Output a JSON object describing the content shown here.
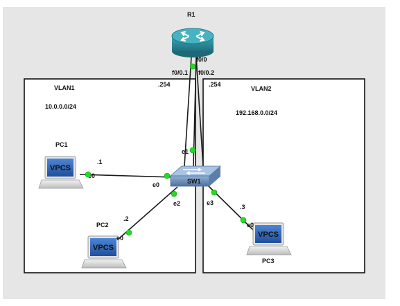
{
  "router": {
    "name": "R1",
    "port": "f0/0"
  },
  "subinterfaces": {
    "left": "f0/0.1",
    "right": "f0/0.2"
  },
  "switch": {
    "name": "SW1",
    "ports": {
      "trunk": "e1",
      "pc1": "e0",
      "pc2": "e2",
      "pc3": "e3"
    }
  },
  "vlans": [
    {
      "name": "VLAN1",
      "subnet": "10.0.0.0/24",
      "gateway": ".254"
    },
    {
      "name": "VLAN2",
      "subnet": "192.168.0.0/24",
      "gateway": ".254"
    }
  ],
  "hosts": [
    {
      "name": "PC1",
      "iface": "e0",
      "addr": ".1",
      "screen": "VPCS"
    },
    {
      "name": "PC2",
      "iface": "e0",
      "addr": ".2",
      "screen": "VPCS"
    },
    {
      "name": "PC3",
      "iface": "e0",
      "addr": ".3",
      "screen": "VPCS"
    }
  ],
  "colors": {
    "canvas": "#e6e6e6",
    "link": "#1a1a1a",
    "port_dot": "#22dd22",
    "router": "#2f8f9d",
    "switch": "#6f90b8",
    "pc_screen": "#2d63b5"
  }
}
